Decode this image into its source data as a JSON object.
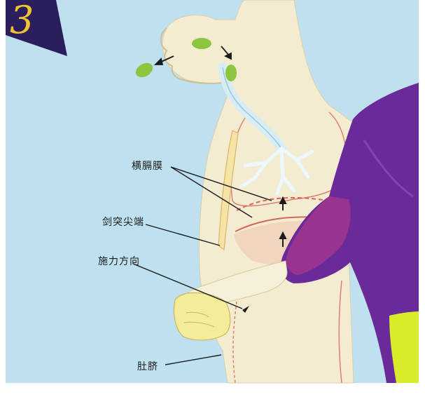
{
  "figure": {
    "step_number": "3",
    "labels": {
      "diaphragm": "横膈膜",
      "xiphoid_tip": "剑突尖端",
      "force_direction": "施力方向",
      "navel": "肚脐"
    }
  },
  "colors": {
    "sky": "#bfe0ee",
    "rescuer_sleeve": "#6a2a9a",
    "rescuer_sleeve_highlight": "#a0368e",
    "rescuer_pants": "#d9ec2a",
    "foreign_object": "#8cc63f",
    "airway": "#d8ecf5",
    "step_badge": "#2a1f5c",
    "step_number": "#f2c232",
    "skin": "#f4ecd0",
    "organ_lines": "#d8645a"
  }
}
